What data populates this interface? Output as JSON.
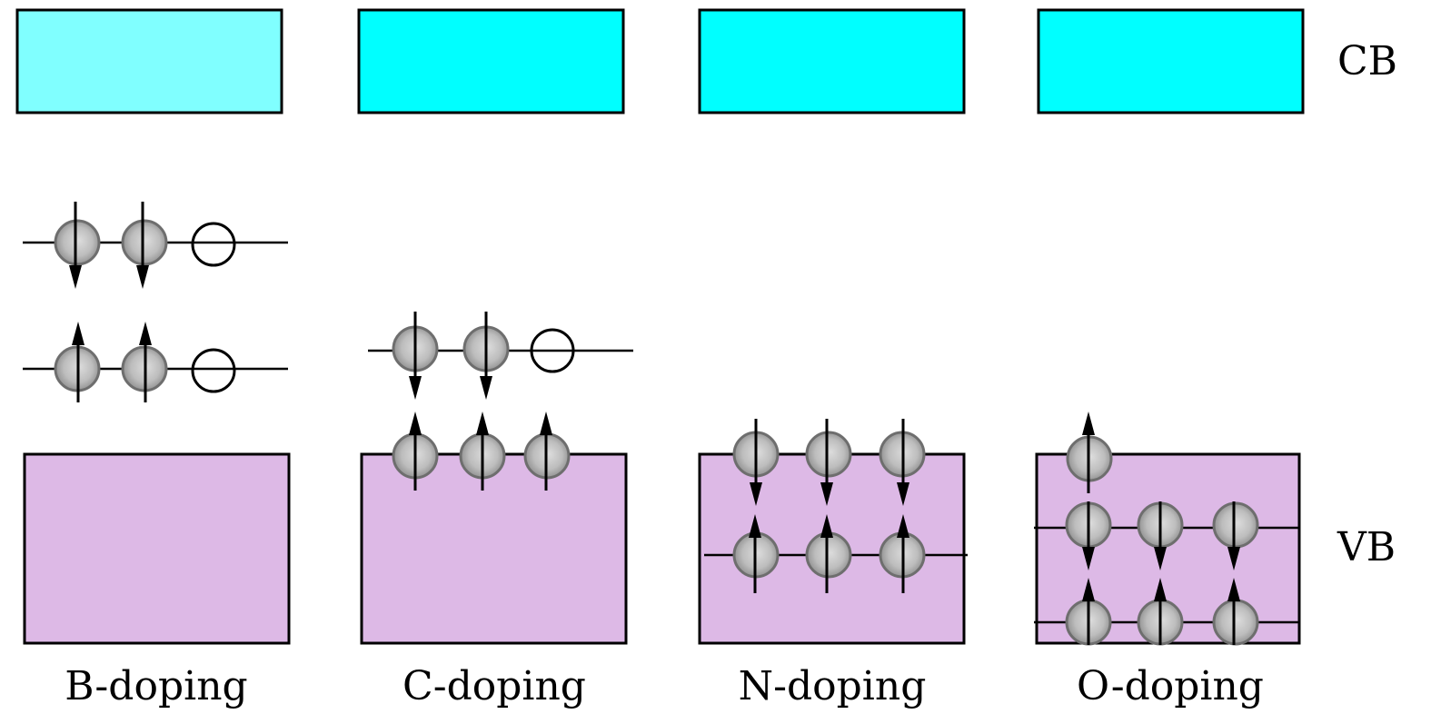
{
  "figure": {
    "band_labels": {
      "conduction": "CB",
      "valence": "VB"
    },
    "colors": {
      "cb_first": "#80ffff",
      "cb": "#00ffff",
      "vb": "#ddb9e6",
      "electron": "#b9b9b9",
      "outline": "#000000"
    },
    "panels": [
      {
        "label": "B-doping"
      },
      {
        "label": "C-doping"
      },
      {
        "label": "N-doping"
      },
      {
        "label": "O-doping"
      }
    ]
  }
}
